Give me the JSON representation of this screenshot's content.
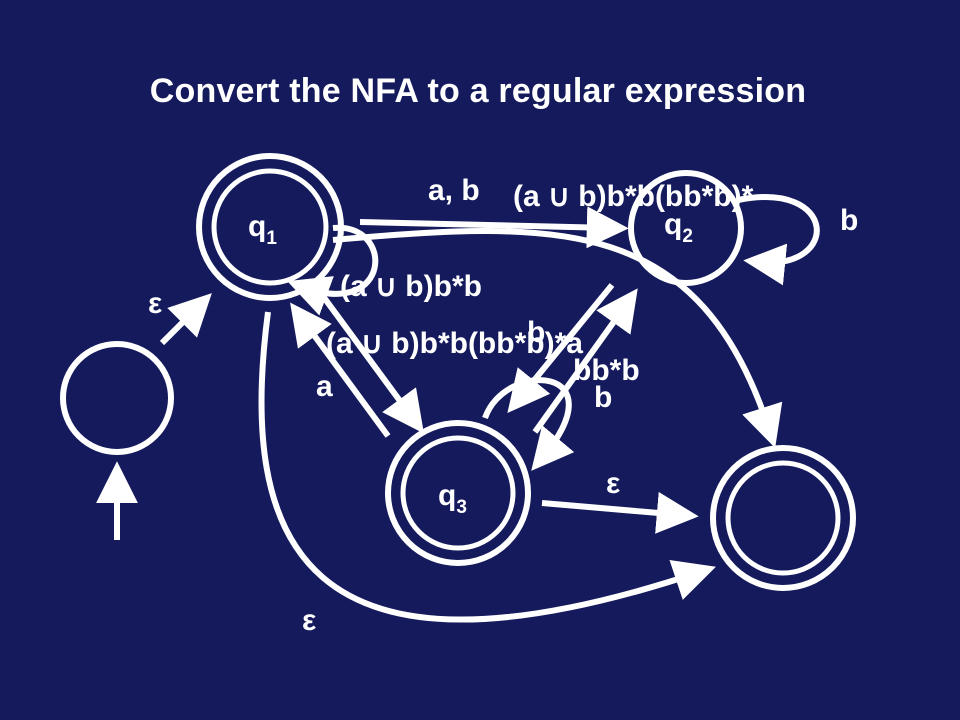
{
  "title": "Convert the NFA to a regular expression",
  "states": {
    "q1": {
      "name": "q",
      "sub": "1"
    },
    "q2": {
      "name": "q",
      "sub": "2"
    },
    "q3": {
      "name": "q",
      "sub": "3"
    }
  },
  "labels": {
    "q1_q2": "a, b",
    "q1_q2_regex": "(a ∪ b)b*b(bb*b)*",
    "q2_self": "b",
    "q1_self": "(a ∪ b)b*b",
    "start_eps": "ε",
    "q3_q1_regex": "(a ∪ b)b*b(bb*b)*a",
    "q2_q3_b": "b",
    "q3_self": "bb*b",
    "q3_q2_b": "b",
    "q3_q1_a": "a",
    "q3_accept_eps": "ε",
    "q1_accept_eps": "ε"
  },
  "colors": {
    "background": "#141a5c",
    "foreground": "#ffffff"
  }
}
